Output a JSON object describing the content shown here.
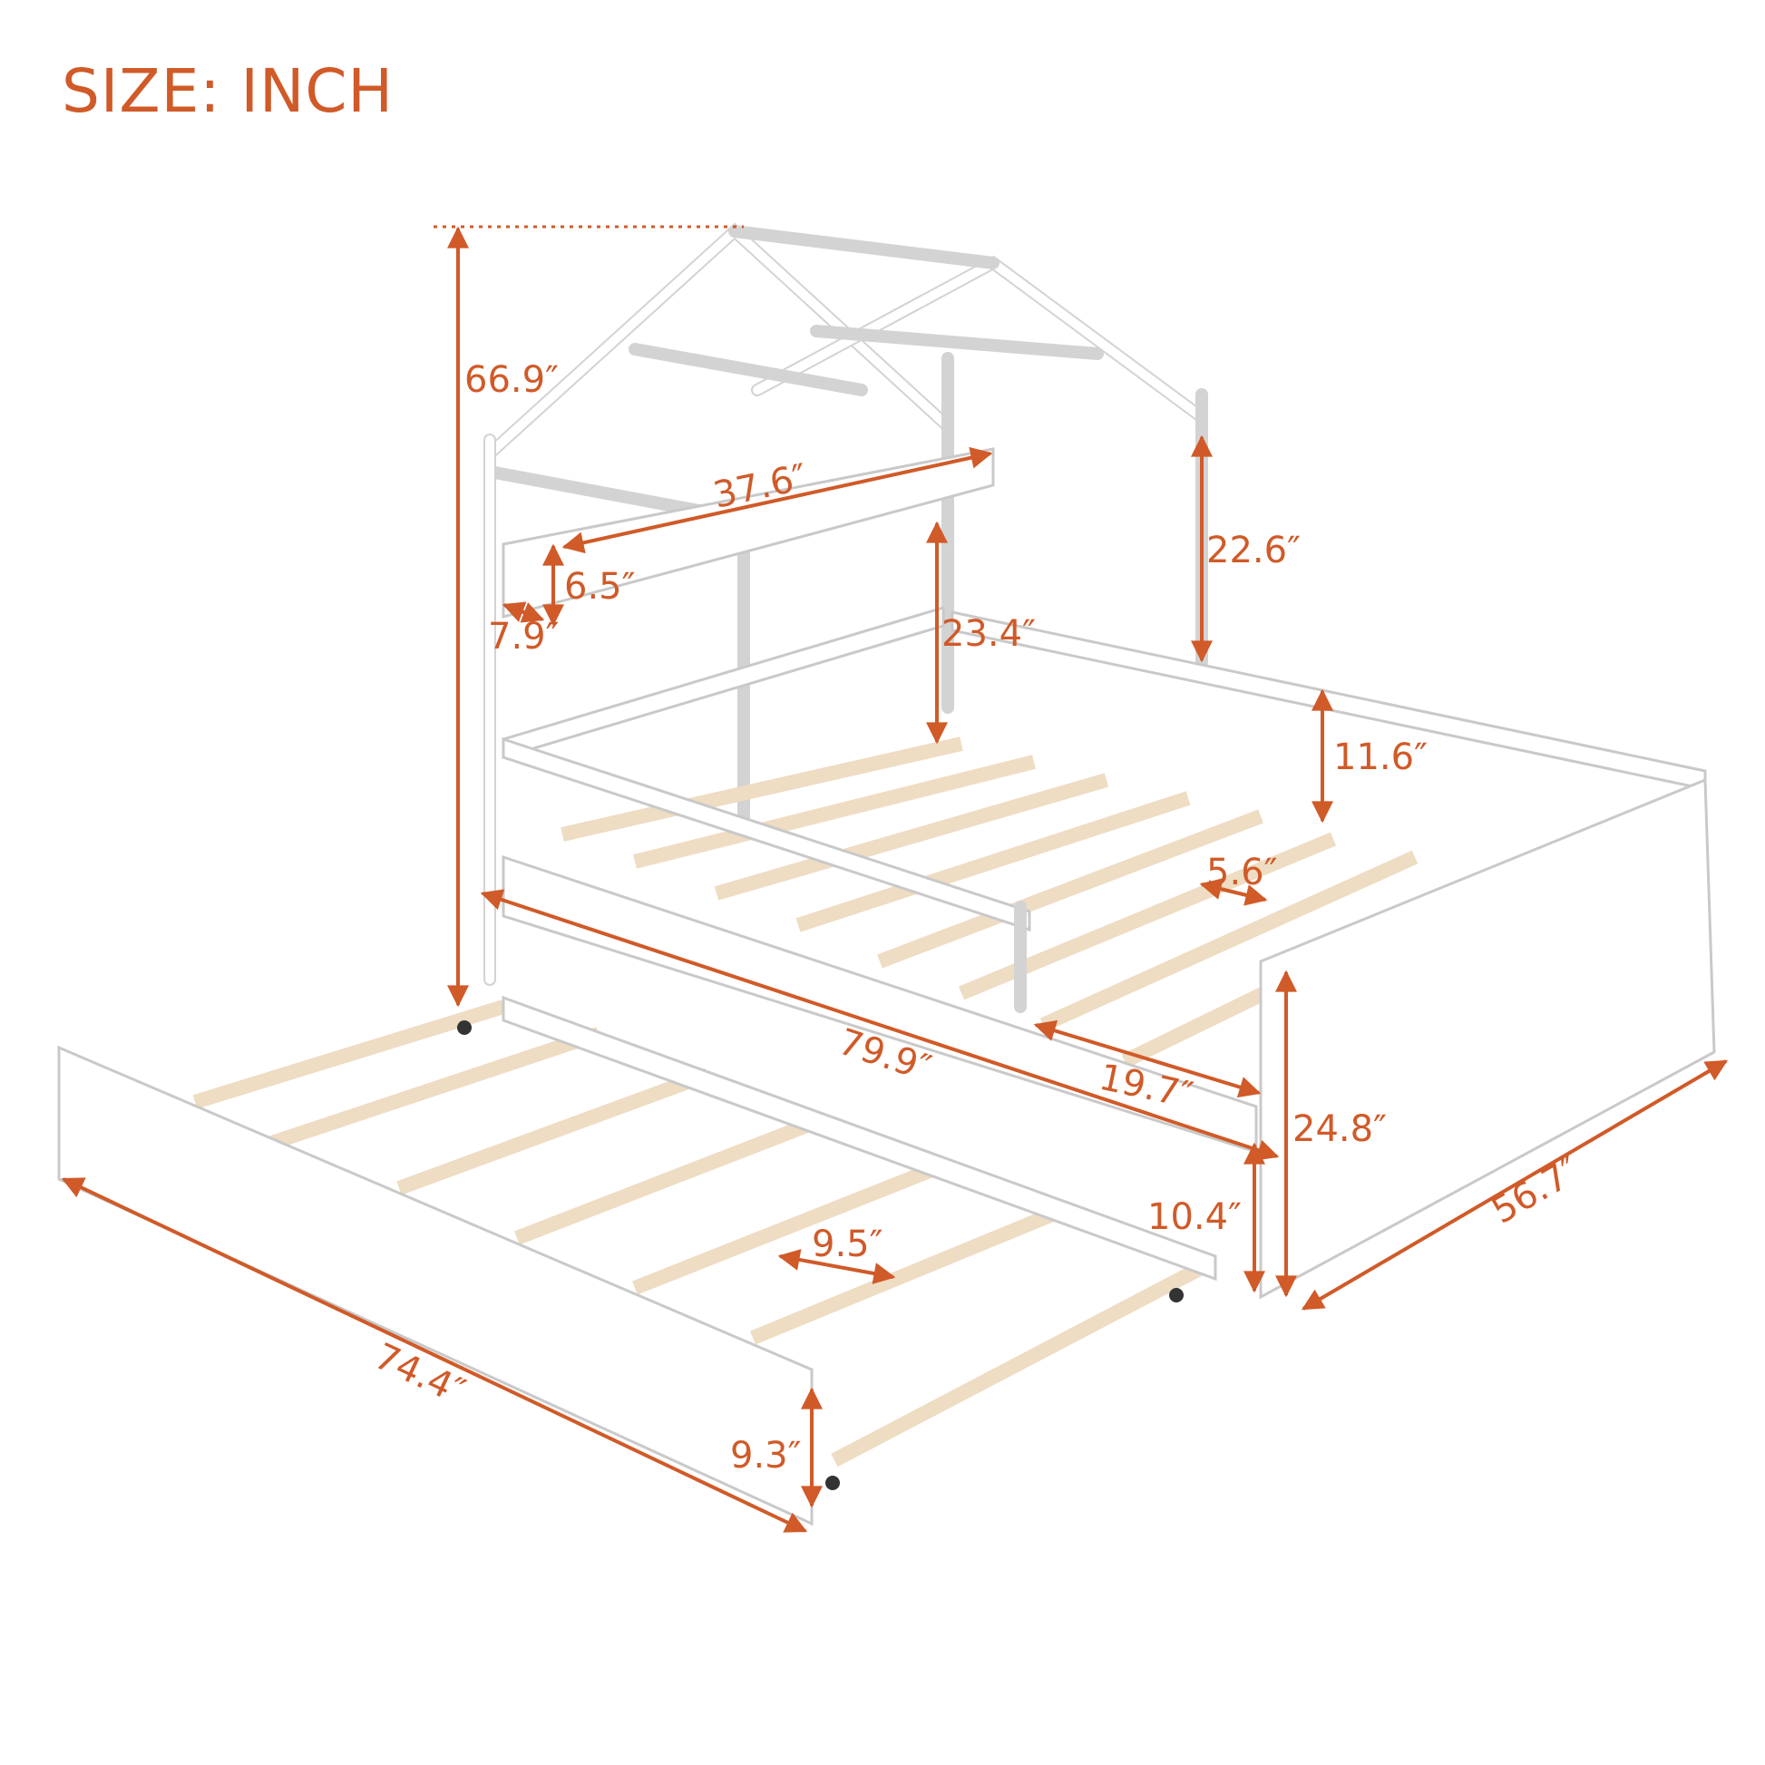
{
  "title": "SIZE: INCH",
  "accent_color": "#d05a28",
  "dimensions": {
    "total_height": "66.9″",
    "shelf_length": "37.6″",
    "shelf_height": "6.5″",
    "shelf_depth": "7.9″",
    "roof_post_height": "22.6″",
    "headboard_rail_height": "23.4″",
    "guard_rail_height": "11.6″",
    "slat_gap": "5.6″",
    "bed_length": "79.9″",
    "rail_opening": "19.7″",
    "footboard_height": "24.8″",
    "bed_width": "56.7″",
    "trundle_clearance": "10.4″",
    "trundle_slat_gap": "9.5″",
    "trundle_length": "74.4″",
    "trundle_height": "9.3″"
  }
}
